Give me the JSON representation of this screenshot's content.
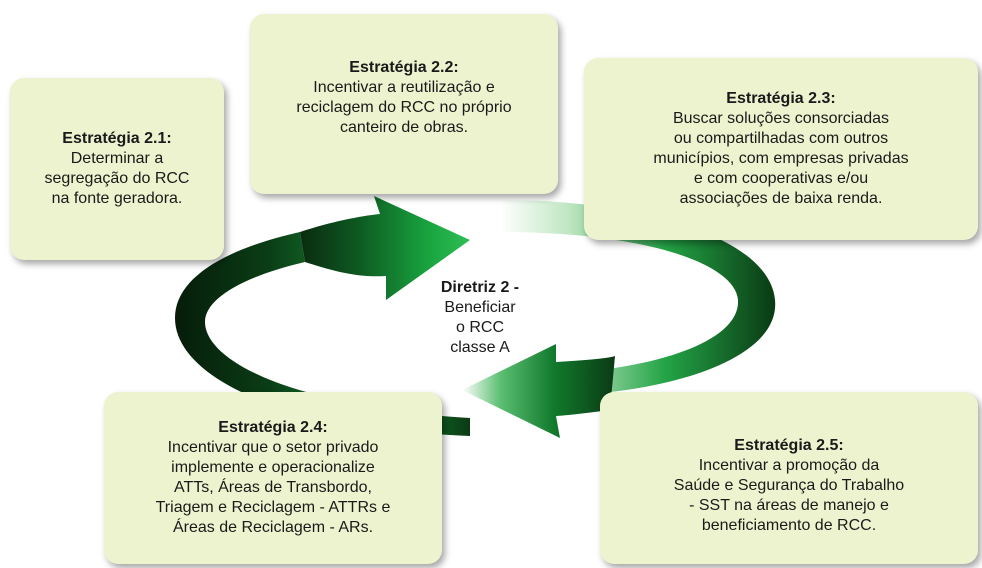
{
  "center": {
    "title": "Diretriz 2 -",
    "lines": [
      "Beneficiar",
      "o RCC",
      "classe A"
    ]
  },
  "boxes": {
    "s21": {
      "title": "Estratégia 2.1:",
      "lines": [
        "Determinar a",
        "segregação do RCC",
        "na fonte geradora."
      ]
    },
    "s22": {
      "title": "Estratégia 2.2:",
      "lines": [
        "Incentivar a reutilização e",
        "reciclagem do RCC no próprio",
        "canteiro de obras."
      ]
    },
    "s23": {
      "title": "Estratégia 2.3:",
      "lines": [
        "Buscar soluções consorciadas",
        "ou compartilhadas com outros",
        "municípios, com empresas privadas",
        "e com cooperativas e/ou",
        "associações de baixa renda."
      ]
    },
    "s24": {
      "title": "Estratégia 2.4:",
      "lines": [
        "Incentivar que o setor privado",
        "implemente e operacionalize",
        "ATTs, Áreas de Transbordo,",
        "Triagem e Reciclagem - ATTRs e",
        "Áreas de Reciclagem - ARs."
      ]
    },
    "s25": {
      "title": "Estratégia 2.5:",
      "lines": [
        "Incentivar a promoção da",
        "Saúde e Segurança do Trabalho",
        "- SST na áreas de manejo e",
        "beneficiamento de RCC."
      ]
    }
  },
  "colors": {
    "box_fill": "#eef3cf",
    "arrow_dark": "#0b2e12",
    "arrow_mid": "#117a2c",
    "arrow_light": "#d9efd6"
  }
}
